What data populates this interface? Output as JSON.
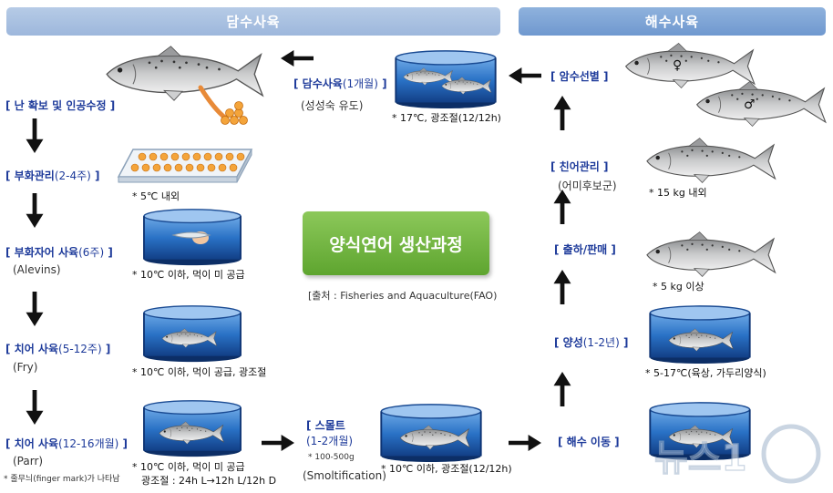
{
  "headers": {
    "freshwater": "담수사육",
    "seawater": "해수사육"
  },
  "title": "양식연어 생산과정",
  "source": "[출처 : Fisheries and Aquaculture(FAO)",
  "stages": {
    "egg": {
      "label": "[ 난 확보 및 인공수정 ]"
    },
    "hatch": {
      "label": "[ 부화관리",
      "range": "(2-4주)",
      "close": " ]",
      "note": "* 5℃ 내외"
    },
    "alevin": {
      "label": "[ 부화자어 사육",
      "range": "(6주)",
      "close": " ]",
      "sub": "(Alevins)",
      "note": "* 10℃ 이하, 먹이 미 공급"
    },
    "fry": {
      "label": "[ 치어 사육",
      "range": "(5-12주)",
      "close": " ]",
      "sub": "(Fry)",
      "note": "* 10℃ 이하, 먹이 공급, 광조절"
    },
    "parr": {
      "label": "[ 치어 사육",
      "range": "(12-16개월)",
      "close": " ]",
      "sub": "(Parr)",
      "tiny": "* 줄무늬(finger mark)가 나타남",
      "note1": "* 10℃ 이하, 먹이 미 공급",
      "note2": "광조절 : 24h L→12h L/12h D"
    },
    "smolt": {
      "label": "[ 스몰트",
      "range": "(1-2개월)",
      "close": "",
      "tiny": "* 100-500g",
      "sub": "(Smoltification)",
      "note": "* 10℃ 이하, 광조절(12/12h)"
    },
    "transfer": {
      "label": "[ 해수 이동 ]"
    },
    "grow": {
      "label": "[ 양성",
      "range": "(1-2년)",
      "close": " ]",
      "note": "* 5-17℃(육상, 가두리양식)"
    },
    "ship": {
      "label": "[ 출하/판매 ]",
      "note": "* 5 kg 이상"
    },
    "parent": {
      "label": "[ 친어관리 ]",
      "sub": "(어미후보군)",
      "note": "* 15 kg 내외"
    },
    "select": {
      "label": "[ 암수선별 ]"
    },
    "spawnfw": {
      "label": "[ 담수사육",
      "range": "(1개월)",
      "close": " ]",
      "sub": "(성성숙 유도)",
      "note": "* 17℃, 광조절(12/12h)"
    }
  },
  "symbols": {
    "female": "♀",
    "male": "♂"
  },
  "watermark": "뉴스1",
  "colors": {
    "label": "#1d3a9a",
    "header_fresh": "#a9c1e3",
    "header_sea": "#7da3d6",
    "title_green": "#6cb13b",
    "tank_water": "#1f63b5"
  }
}
